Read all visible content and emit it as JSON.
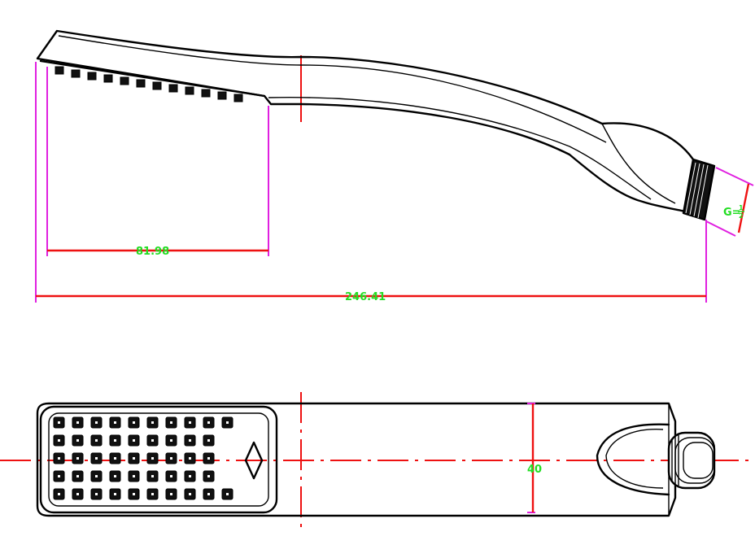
{
  "dimensions": {
    "spray_face_length": "81.98",
    "overall_length": "246.41",
    "thread_spec_prefix": "G=",
    "thread_spec_num": "1",
    "thread_spec_den": "2",
    "head_width": "40"
  },
  "colors": {
    "outline": "#000000",
    "center_line": "#ee1111",
    "dimension_line": "#ee1111",
    "extension_line": "#e020e0",
    "dimension_text": "#22dd22"
  }
}
